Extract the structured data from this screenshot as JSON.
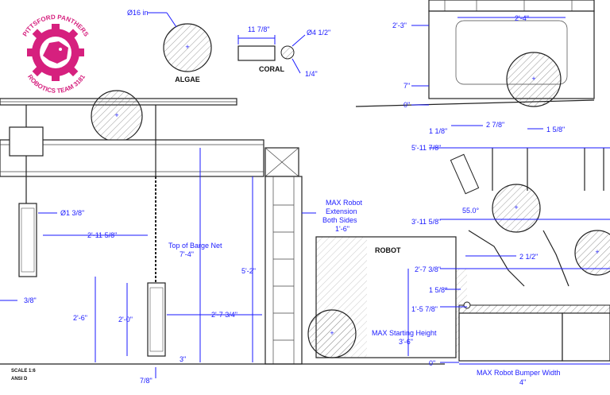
{
  "logo": {
    "line1": "PITTSFORD PANTHERS",
    "line2": "ROBOTICS TEAM 3181",
    "color": "#d6207e"
  },
  "game_pieces": {
    "algae_label": "ALGAE",
    "algae_dim": "Ø16 in",
    "coral_label": "CORAL",
    "coral_len": "11 7/8\"",
    "coral_dia": "Ø4 1/2\"",
    "coral_wall": "1/4\""
  },
  "labels": {
    "robot": "ROBOT",
    "scale": "SCALE 1:6",
    "sheet": "ANSI D"
  },
  "dims_left": {
    "top_of_barge_net_title": "Top of Barge Net",
    "top_of_barge_net": "7'-4\"",
    "d1": "Ø1 3/8\"",
    "d2": "2'-11 5/8\"",
    "d3": "3/8\"",
    "d4": "2'-6\"",
    "d5": "2'-0\"",
    "d6": "2'-7 3/4\"",
    "d7": "5'-2\"",
    "d8": "3\"",
    "d9": "7/8\""
  },
  "dims_center": {
    "max_ext_title": "MAX Robot Extension Both Sides",
    "max_ext": "1'-6\"",
    "max_start_title": "MAX Starting Height",
    "max_start": "3'-6\"",
    "bumper_title": "MAX Robot Bumper Width",
    "bumper": "4\""
  },
  "dims_right": {
    "top_2_3": "2'-3\"",
    "top_2_4": "2'-4\"",
    "top_7": "7\"",
    "top_0": "0\"",
    "r_1_1_8": "1 1/8\"",
    "r_2_7_8": "2 7/8\"",
    "r_1_5_8": "1 5/8\"",
    "r_5_11_7_8": "5'-11 7/8\"",
    "r_55": "55.0°",
    "r_3_11_5_8": "3'-11 5/8\"",
    "r_2_1_2": "2 1/2\"",
    "r_2_7_3_8": "2'-7 3/8\"",
    "r_1_5_8b": "1 5/8\"",
    "r_1_5_7_8": "1'-5 7/8\"",
    "r_0": "0\""
  },
  "colors": {
    "dimension": "#1a1aff",
    "ink": "#222222",
    "logo": "#d6207e"
  }
}
